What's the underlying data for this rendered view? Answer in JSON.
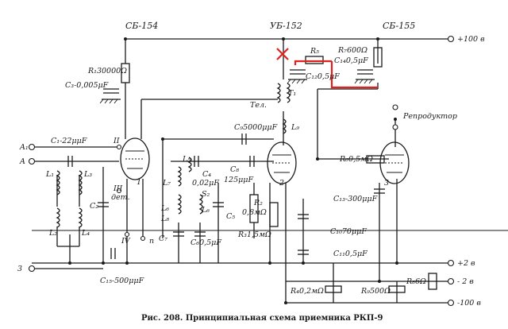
{
  "labels": {
    "sb154": "СБ-154",
    "ub152": "УБ-152",
    "sb155": "СБ-155",
    "plus100": "+100 в",
    "r1": "R₁30000Ω",
    "c3": "C₃-0,005μF",
    "r5": "R₅",
    "r7": "R₇600Ω",
    "c14": "C₁₄0,5μF",
    "c12": "C₁₂0,5μF",
    "tel": "Тел.",
    "t1": "T₁",
    "c9": "C₉5000μμF",
    "l9": "L₉",
    "reproductor": "Репродуктор",
    "a1": "A₁",
    "a": "A",
    "c1": "C₁-22μμF",
    "ii": "II",
    "l1": "L₁",
    "l3": "L₃",
    "l2": "L₂",
    "l4": "L₄",
    "l5": "L₅",
    "l7": "L₇",
    "l6": "L₆",
    "l8": "L₈",
    "c4": "C₄",
    "c4v": "0,02μF",
    "c8": "C₈",
    "c8v": "125μμF",
    "s2": "S₂",
    "l6b": "L₆",
    "c5": "C₅",
    "r2": "R₂",
    "r2v": "0,8мΩ",
    "r3": "R₃1,5мΩ",
    "r6": "R₆0,5мΩ",
    "c13": "C₁₃-300μμF",
    "iii": "III",
    "det": "дет.",
    "c2": "C₂",
    "c7": "C₇",
    "c6": "C₆0,5μF",
    "c10": "C₁₀70μμF",
    "c11": "C₁₁0,5μF",
    "iv": "IV",
    "p": "п",
    "three": "3",
    "tube1": "1",
    "tube2": "2",
    "tube3": "3",
    "plus2": "+2 в",
    "minus2": "- 2 в",
    "minus100": "-100 в",
    "c15": "C₁₅-500μμF",
    "r4": "R₄0,2мΩ",
    "r9": "R₉500Ω",
    "r8": "R₈6Ω",
    "caption": "Рис. 208. Принципиальная схема приемника РКП-9"
  },
  "colors": {
    "ink": "#1a1a1a",
    "annotation": "#e0221f",
    "paper": "#ffffff"
  }
}
